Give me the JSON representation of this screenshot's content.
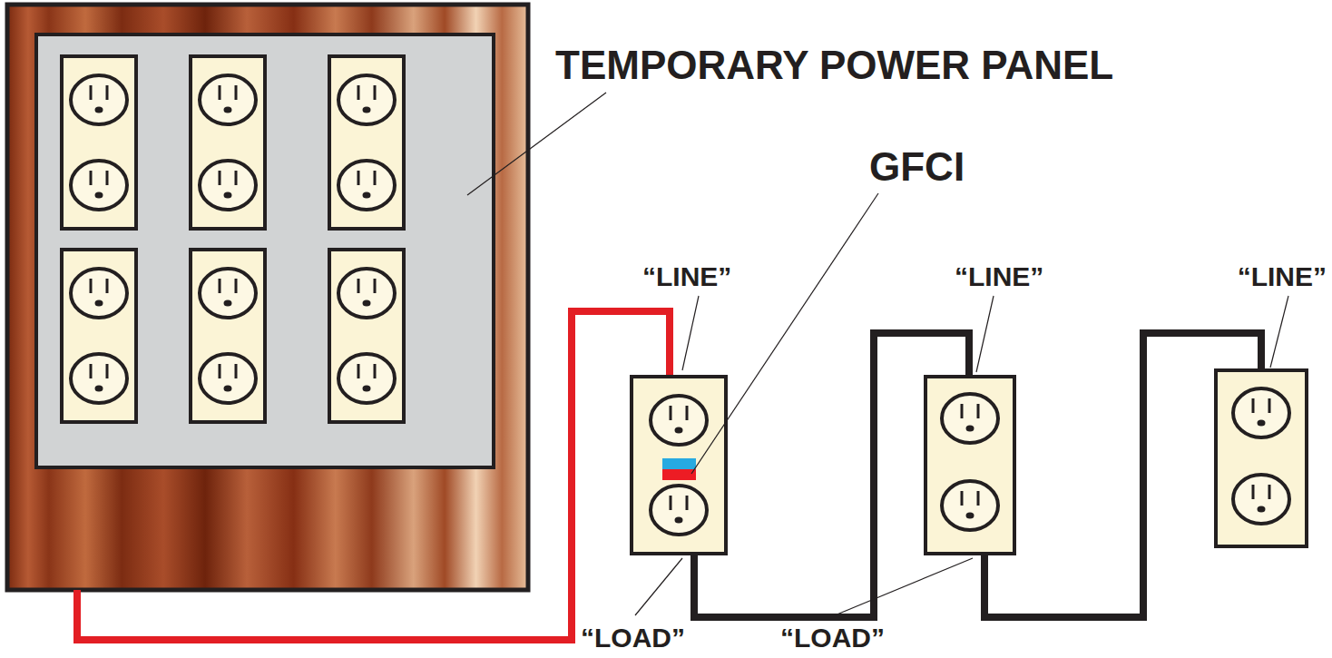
{
  "diagram": {
    "labels": [
      "TEMPORARY POWER PANEL",
      "GFCI",
      "“LINE”",
      "“LINE”",
      "“LINE”",
      "“LOAD”",
      "“LOAD”"
    ]
  }
}
